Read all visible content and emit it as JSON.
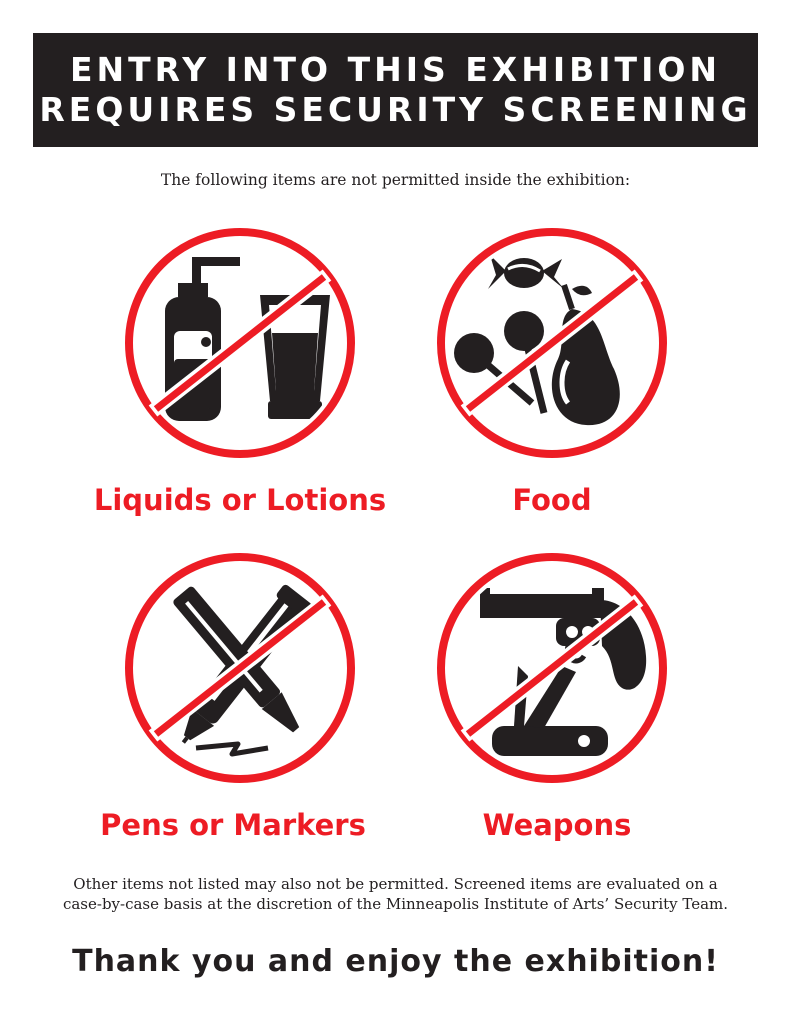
{
  "header": {
    "line1": "ENTRY INTO THIS EXHIBITION",
    "line2": "REQUIRES SECURITY SCREENING"
  },
  "intro": "The following items are not permitted inside the exhibition:",
  "prohibited_items": [
    {
      "label": "Liquids or Lotions",
      "icon": "liquids-lotions-icon"
    },
    {
      "label": "Food",
      "icon": "food-icon"
    },
    {
      "label": "Pens or Markers",
      "icon": "pens-markers-icon"
    },
    {
      "label": "Weapons",
      "icon": "weapons-icon"
    }
  ],
  "disclaimer": {
    "line1": "Other items not listed may also not be permitted. Screened items are evaluated on a",
    "line2": "case-by-case basis at the discretion of the Minneapolis Institute of Arts’ Security Team."
  },
  "closing": "Thank you and enjoy the exhibition!",
  "colors": {
    "header_background": "#231f20",
    "prohibition_red": "#ed1c24",
    "icon_black": "#231f20",
    "text_dark": "#231f20"
  }
}
